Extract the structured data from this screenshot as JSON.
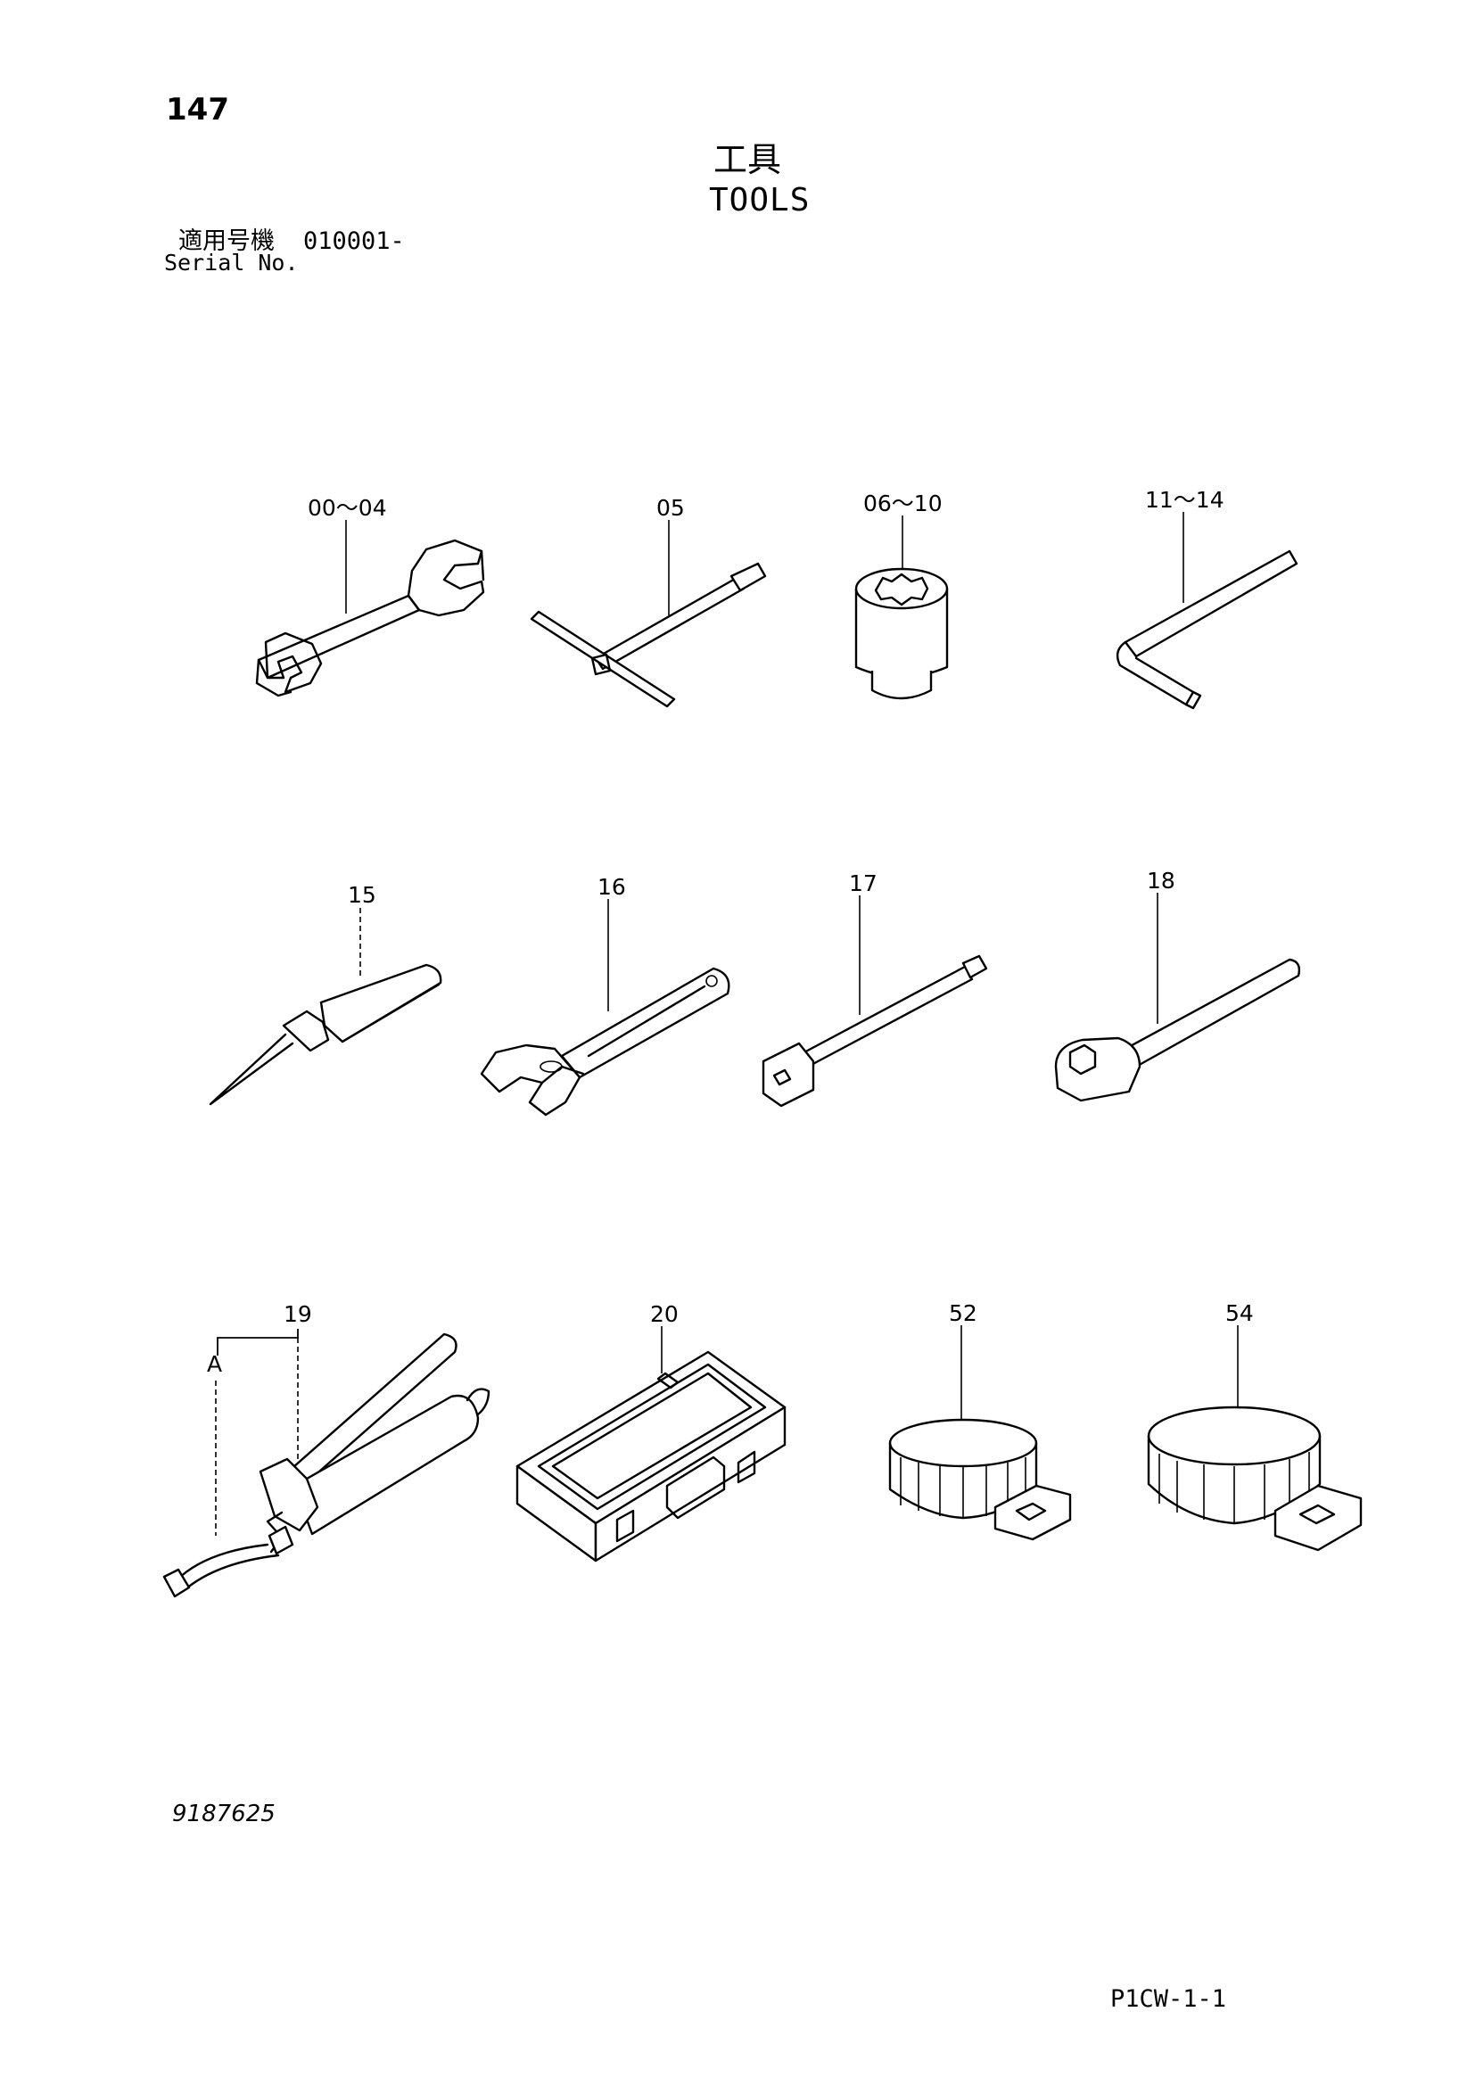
{
  "header": {
    "page_number": "147",
    "title_jp": "工具",
    "title_en": "TOOLS",
    "serial_label_jp": "適用号機",
    "serial_value": "010001-",
    "serial_label_en": "Serial No."
  },
  "parts": [
    {
      "id": "spanner",
      "label": "00～04"
    },
    {
      "id": "t-socket-wrench",
      "label": "05"
    },
    {
      "id": "socket",
      "label": "06～10"
    },
    {
      "id": "hex-key",
      "label": "11～14"
    },
    {
      "id": "screwdriver",
      "label": "15"
    },
    {
      "id": "adjustable-wrench",
      "label": "16"
    },
    {
      "id": "extension-bar",
      "label": "17"
    },
    {
      "id": "ratchet-handle",
      "label": "18"
    },
    {
      "id": "grease-gun",
      "label": "19"
    },
    {
      "id": "tool-box",
      "label": "20"
    },
    {
      "id": "filter-wrench-small",
      "label": "52"
    },
    {
      "id": "filter-wrench-large",
      "label": "54"
    }
  ],
  "callouts": {
    "grease_gun_detail": "A"
  },
  "footer": {
    "drawing_number": "9187625",
    "page_code": "P1CW-1-1"
  }
}
